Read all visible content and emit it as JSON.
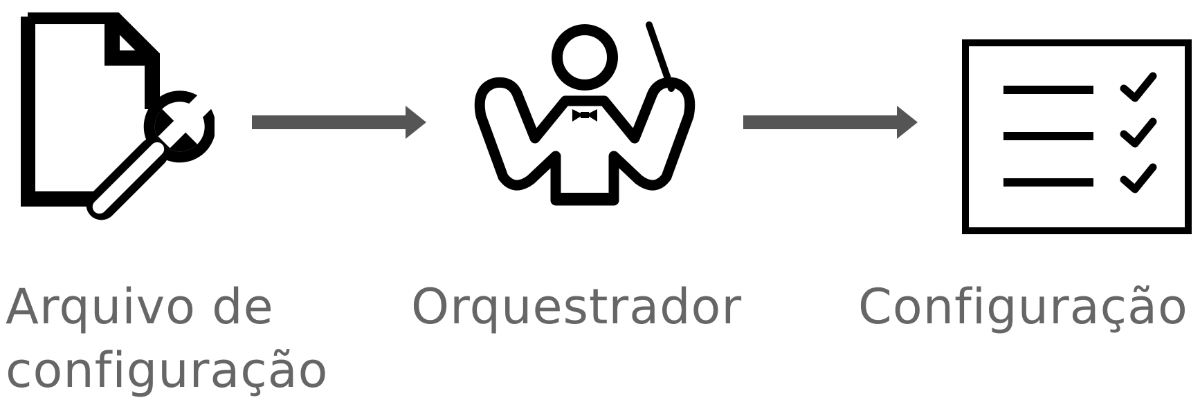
{
  "colors": {
    "icon": "#000000",
    "arrow": "#555555",
    "text": "#666666"
  },
  "steps": [
    {
      "icon": "config-file-wrench-icon",
      "label_line1": "Arquivo de",
      "label_line2": "configuração"
    },
    {
      "icon": "orchestra-conductor-icon",
      "label_line1": "Orquestrador"
    },
    {
      "icon": "checklist-icon",
      "label_line1": "Configuração"
    }
  ],
  "arrows": [
    "arrow-right",
    "arrow-right"
  ]
}
